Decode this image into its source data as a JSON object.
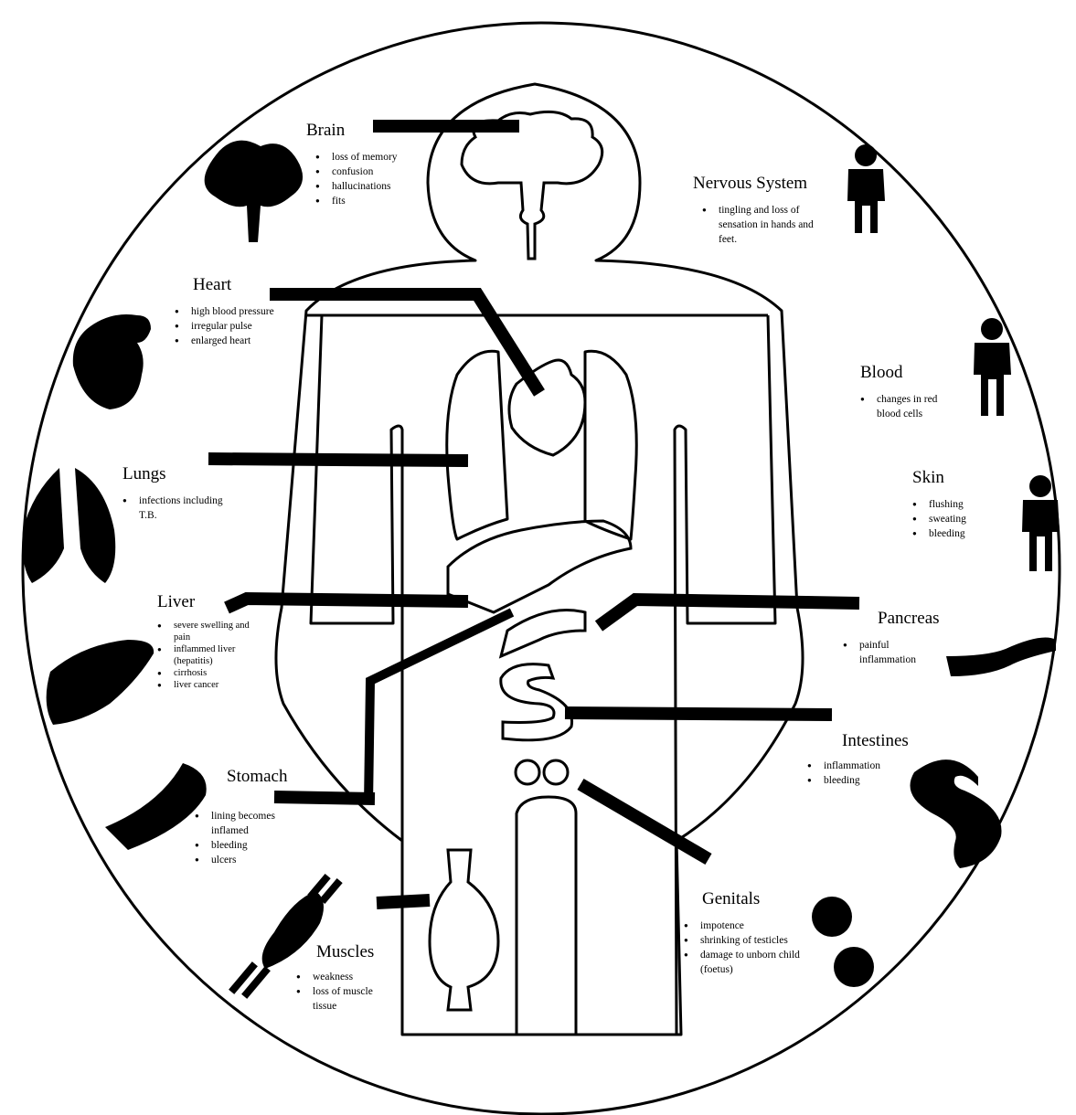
{
  "colors": {
    "ink": "#000000",
    "paper": "#ffffff"
  },
  "sections": {
    "brain": {
      "title": "Brain",
      "items": [
        "loss of memory",
        "confusion",
        "hallucinations",
        "fits"
      ]
    },
    "heart": {
      "title": "Heart",
      "items": [
        "high blood pressure",
        "irregular pulse",
        "enlarged heart"
      ]
    },
    "lungs": {
      "title": "Lungs",
      "items": [
        "infections including T.B."
      ]
    },
    "liver": {
      "title": "Liver",
      "items": [
        "severe swelling and pain",
        "inflammed liver (hepatitis)",
        "cirrhosis",
        "liver cancer"
      ]
    },
    "stomach": {
      "title": "Stomach",
      "items": [
        "lining becomes inflamed",
        "bleeding",
        "ulcers"
      ]
    },
    "muscles": {
      "title": "Muscles",
      "items": [
        "weakness",
        "loss of muscle tissue"
      ]
    },
    "nervous": {
      "title": "Nervous System",
      "items": [
        "tingling and loss of sensation in hands and feet."
      ]
    },
    "blood": {
      "title": "Blood",
      "items": [
        "changes in red blood cells"
      ]
    },
    "skin": {
      "title": "Skin",
      "items": [
        "flushing",
        "sweating",
        "bleeding"
      ]
    },
    "pancreas": {
      "title": "Pancreas",
      "items": [
        "painful inflammation"
      ]
    },
    "intestines": {
      "title": "Intestines",
      "items": [
        "inflammation",
        "bleeding"
      ]
    },
    "genitals": {
      "title": "Genitals",
      "items": [
        "impotence",
        "shrinking of testicles",
        "damage to unborn child (foetus)"
      ]
    }
  },
  "icons": [
    "brain-icon",
    "heart-icon",
    "lungs-icon",
    "liver-icon",
    "stomach-icon",
    "muscle-icon",
    "person-icon",
    "pancreas-icon",
    "intestines-icon",
    "testicles-icon"
  ]
}
